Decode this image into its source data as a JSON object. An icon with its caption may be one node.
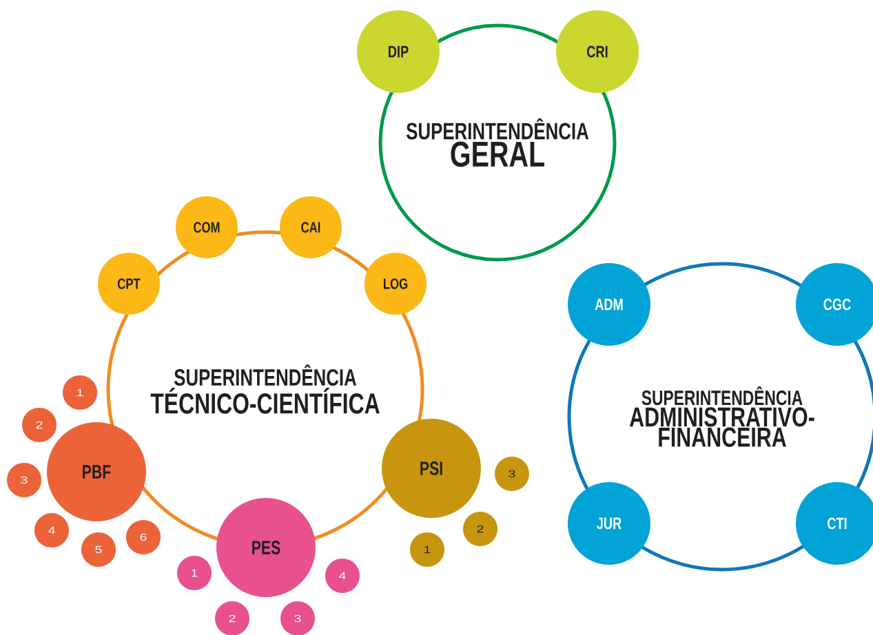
{
  "diagram": {
    "nodes": [
      {
        "text": [
          "SUPERINTENDÊNCIA",
          "GERAL"
        ]
      },
      {
        "text": [
          "DIP"
        ]
      },
      {
        "text": [
          "CRI"
        ]
      },
      {
        "text": [
          "SUPERINTENDÊNCIA",
          "TÉCNICO-CIENTÍFICA"
        ]
      },
      {
        "text": [
          "CPT"
        ]
      },
      {
        "text": [
          "COM"
        ]
      },
      {
        "text": [
          "CAI"
        ]
      },
      {
        "text": [
          "LOG"
        ]
      },
      {
        "text": [
          "PBF"
        ]
      },
      {
        "text": [
          "1"
        ]
      },
      {
        "text": [
          "2"
        ]
      },
      {
        "text": [
          "3"
        ]
      },
      {
        "text": [
          "4"
        ]
      },
      {
        "text": [
          "5"
        ]
      },
      {
        "text": [
          "6"
        ]
      },
      {
        "text": [
          "PES"
        ]
      },
      {
        "text": [
          "1"
        ]
      },
      {
        "text": [
          "2"
        ]
      },
      {
        "text": [
          "3"
        ]
      },
      {
        "text": [
          "4"
        ]
      },
      {
        "text": [
          "PSI"
        ]
      },
      {
        "text": [
          "1"
        ]
      },
      {
        "text": [
          "2"
        ]
      },
      {
        "text": [
          "3"
        ]
      },
      {
        "text": [
          "SUPERINTENDÊNCIA",
          "ADMINISTRATIVO-FINANCEIRA"
        ]
      },
      {
        "text": [
          "ADM"
        ]
      },
      {
        "text": [
          "CGC"
        ]
      },
      {
        "text": [
          "JUR"
        ]
      },
      {
        "text": [
          "CTI"
        ]
      }
    ]
  }
}
